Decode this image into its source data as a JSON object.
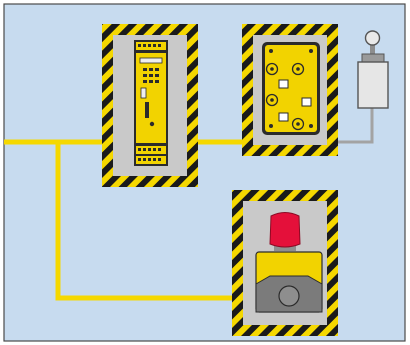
{
  "diagram": {
    "colors": {
      "background": "#c7dbef",
      "border": "#4a4a4a",
      "cable": "#f5d800",
      "sensor_cable": "#a3a3a3",
      "hazard_yellow": "#f5d800",
      "hazard_black": "#1a1a1a",
      "zone_fill": "#c9c9c9",
      "module_yellow": "#f2d300",
      "estop_red": "#e4103a"
    },
    "nodes": [
      {
        "id": "safety-relay",
        "icon": "safety-relay-icon",
        "hazard_zone": true
      },
      {
        "id": "io-module",
        "icon": "io-module-icon",
        "hazard_zone": true
      },
      {
        "id": "position-sensor",
        "icon": "limit-switch-icon",
        "hazard_zone": false
      },
      {
        "id": "emergency-stop",
        "icon": "emergency-stop-icon",
        "hazard_zone": true
      }
    ],
    "links": [
      {
        "from": "safety-relay",
        "to": "io-module",
        "cable": "yellow-bus"
      },
      {
        "from": "io-module",
        "to": "position-sensor",
        "cable": "gray-sensor"
      },
      {
        "from": "safety-relay",
        "to": "emergency-stop",
        "cable": "yellow-bus"
      }
    ]
  }
}
